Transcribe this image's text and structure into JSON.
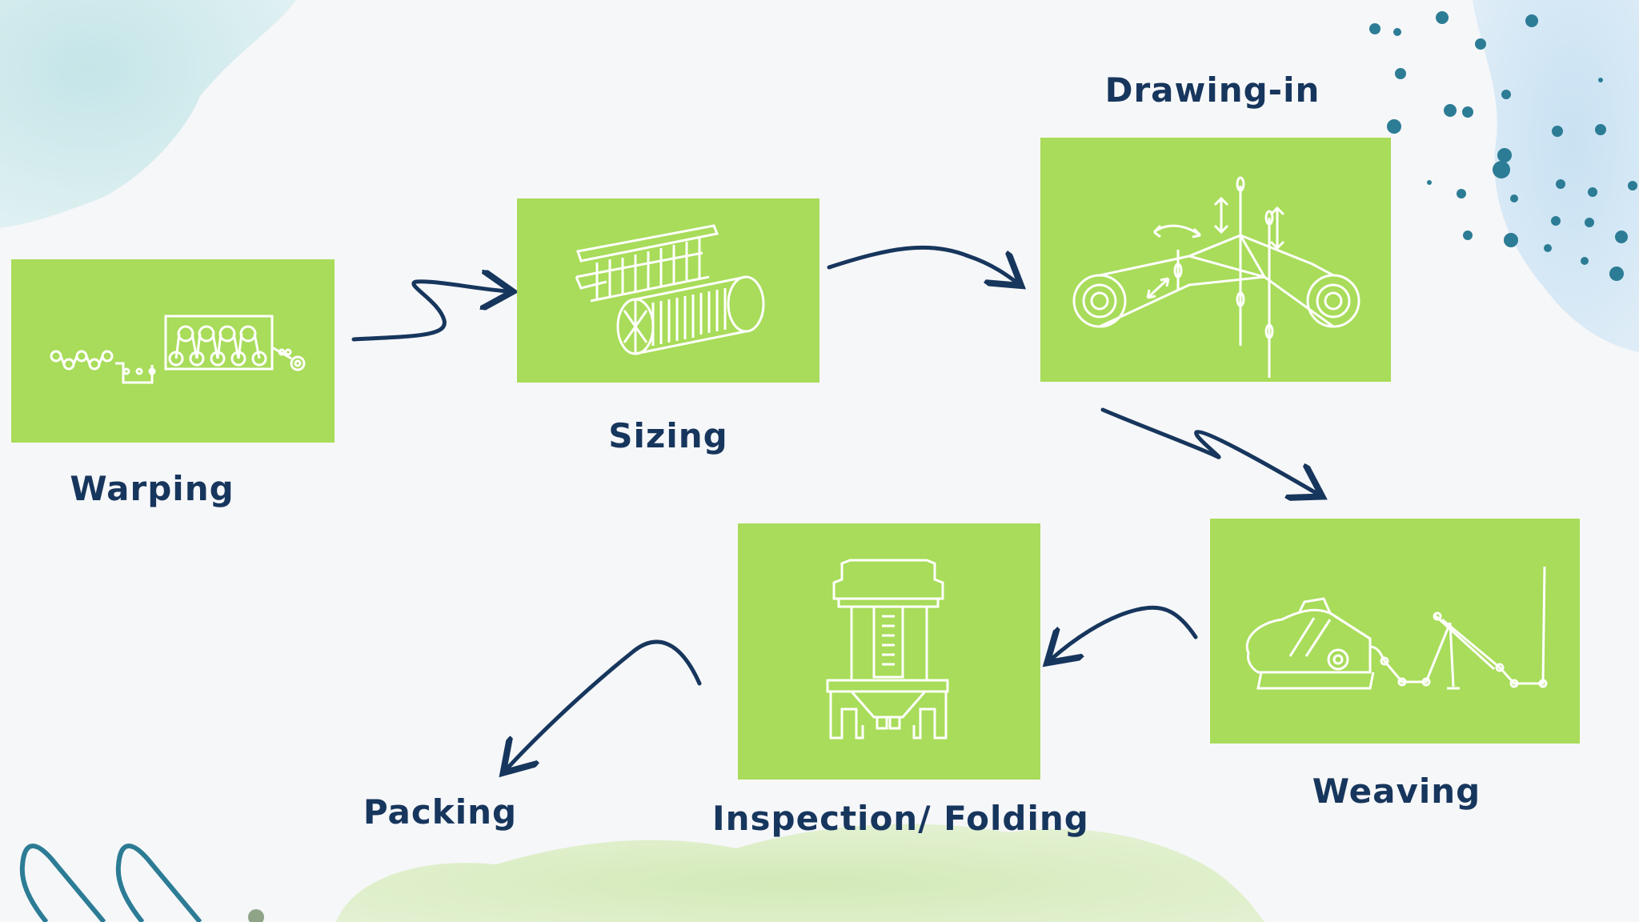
{
  "colors": {
    "box_fill": "#a8dc5a",
    "label_text": "#17365d",
    "arrow": "#17365d",
    "dots": "#2c7c95",
    "icon_line": "#ffffff"
  },
  "steps": [
    {
      "label": "Warping",
      "icon": "warping-machine-icon"
    },
    {
      "label": "Sizing",
      "icon": "sizing-machine-icon"
    },
    {
      "label": "Drawing-in",
      "icon": "drawing-in-icon"
    },
    {
      "label": "Weaving",
      "icon": "weaving-loom-icon"
    },
    {
      "label": "Inspection/ Folding",
      "icon": "folding-press-icon"
    },
    {
      "label": "Packing",
      "icon": ""
    }
  ]
}
